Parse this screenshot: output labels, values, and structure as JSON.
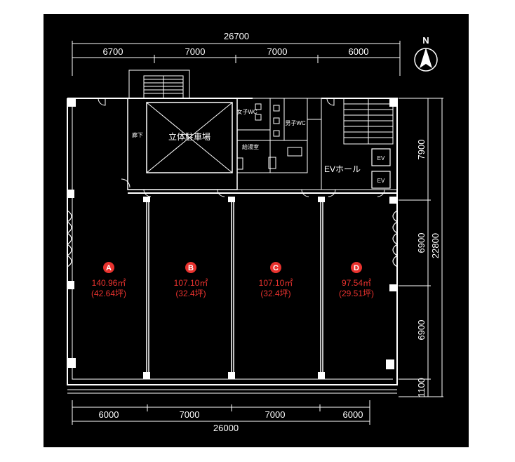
{
  "north_label": "N",
  "dims_top": {
    "total": "26700",
    "segments": [
      "6700",
      "7000",
      "7000",
      "6000"
    ]
  },
  "dims_bottom": {
    "total": "26000",
    "segments": [
      "6000",
      "7000",
      "7000",
      "6000"
    ]
  },
  "dims_right": {
    "total": "22800",
    "segments": [
      "7900",
      "6900",
      "6900",
      "1100"
    ]
  },
  "rooms": {
    "parking": "立体駐車場",
    "corridor": "廊下",
    "women_wc": "女子WC",
    "men_wc": "男子WC",
    "kitchen": "給湯室",
    "ev_hall": "EVホール",
    "ev1": "EV",
    "ev2": "EV"
  },
  "units": [
    {
      "letter": "A",
      "area_m2": "140.96㎡",
      "area_tsubo": "(42.64坪)"
    },
    {
      "letter": "B",
      "area_m2": "107.10㎡",
      "area_tsubo": "(32.4坪)"
    },
    {
      "letter": "C",
      "area_m2": "107.10㎡",
      "area_tsubo": "(32.4坪)"
    },
    {
      "letter": "D",
      "area_m2": "97.54㎡",
      "area_tsubo": "(29.51坪)"
    }
  ],
  "colors": {
    "background": "#000000",
    "lines": "#ffffff",
    "unit_marker": "#e8322e"
  }
}
